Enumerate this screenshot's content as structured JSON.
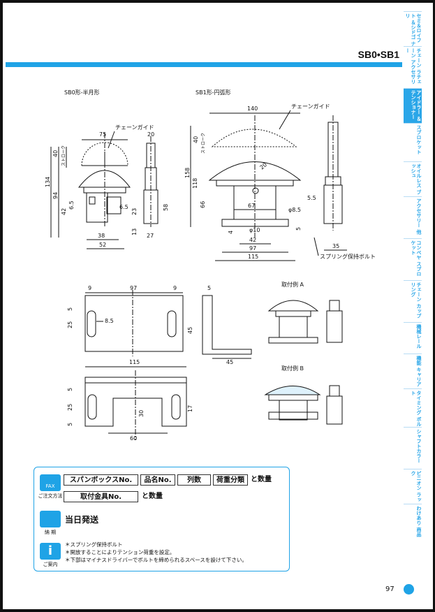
{
  "header": {
    "model_title": "SB0•SB1",
    "accent_color": "#1fa3e6"
  },
  "side_tabs": [
    {
      "label": "セミ＆ロイフト ＆シドゴ ナリ",
      "active": false
    },
    {
      "label": "チェーン ラチェーン アクセサリー",
      "active": false
    },
    {
      "label": "アイドラー ＆テンショナー",
      "active": true
    },
    {
      "label": "スプロケット",
      "active": false
    },
    {
      "label": "オイルレス ブッシュ",
      "active": false
    },
    {
      "label": "アクセサリー 他",
      "active": false
    },
    {
      "label": "コンベヤ スプロケット",
      "active": false
    },
    {
      "label": "チェーン カップリング",
      "active": false
    },
    {
      "label": "機械レール",
      "active": false
    },
    {
      "label": "機能 キャリア",
      "active": false
    },
    {
      "label": "タイミング ボルト",
      "active": false
    },
    {
      "label": "シャフトカラー",
      "active": false
    },
    {
      "label": "ピニオン ラック",
      "active": false
    },
    {
      "label": "わけあり 商品",
      "active": false
    }
  ],
  "drawings": {
    "sb0": {
      "title": "SB0形-半月形",
      "chain_guide": "チェーンガイド",
      "stroke_label": "ストローク",
      "dims": {
        "w75": "75",
        "h40": "40",
        "h134": "134",
        "h94": "94",
        "h42": "42",
        "h6_5": "6.5",
        "w6_5": "6.5",
        "h23": "23",
        "h13": "13",
        "w38": "38",
        "w52": "52",
        "w20": "20",
        "h58": "58",
        "w27": "27"
      }
    },
    "sb1": {
      "title": "SB1形-円弧形",
      "chain_guide": "チェーンガイド",
      "stroke_label": "ストローク",
      "dims": {
        "w140": "140",
        "h40": "40",
        "h158": "158",
        "h118": "118",
        "h66": "66",
        "r20": "20",
        "w67": "67",
        "d8_5": "φ8.5",
        "d10": "φ10",
        "h4": "4",
        "w42": "42",
        "w97": "97",
        "w115": "115",
        "h5": "5",
        "w5_5": "5.5",
        "w35": "35"
      },
      "spring_bolt": "スプリング保持ボルト"
    },
    "bracket": {
      "dims": {
        "w9a": "9",
        "w97": "97",
        "w9b": "9",
        "h5": "5",
        "h25": "25",
        "r8_5": "8.5",
        "w5": "5",
        "h45": "45",
        "w45": "45",
        "w115": "115",
        "h5b": "5",
        "h25b": "25",
        "h5c": "5",
        "h30": "30",
        "h17": "17",
        "w60": "60"
      }
    },
    "examples": {
      "a": "取付例 A",
      "b": "取付例 B"
    }
  },
  "order_info": {
    "fax_icon_text": "FAX",
    "fax_label": "ご注文方法",
    "fields_row1": [
      "スパンボックスNo.",
      "品名No.",
      "列数",
      "荷重分類"
    ],
    "suffix_row1": "と数量",
    "fields_row2": [
      "取付金具No."
    ],
    "suffix_row2": "と数量",
    "delivery_label": "納 期",
    "delivery_value": "当日発送",
    "info_label": "ご案内",
    "notes": [
      "＊スプリング保持ボルト",
      "＊開放することによりテンション荷重を設定。",
      "＊下部はマイナスドライバーでボルトを締められるスペースを設けて下さい。"
    ]
  },
  "footer": {
    "page_number": "97"
  }
}
